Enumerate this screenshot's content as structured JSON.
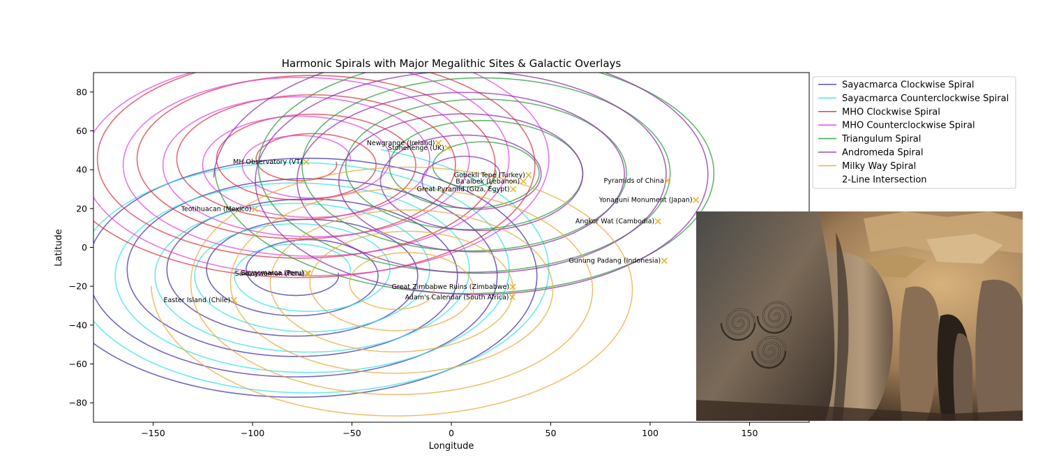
{
  "chart_data": {
    "type": "line",
    "title": "Harmonic Spirals with Major Megalithic Sites & Galactic Overlays",
    "xlabel": "Longitude",
    "ylabel": "Latitude",
    "xlim": [
      -180,
      180
    ],
    "ylim": [
      -90,
      90
    ],
    "xticks": [
      -150,
      -100,
      -50,
      0,
      50,
      100,
      150
    ],
    "yticks": [
      -80,
      -60,
      -40,
      -20,
      0,
      20,
      40,
      60,
      80
    ],
    "xtick_labels": [
      "−150",
      "−100",
      "−50",
      "0",
      "50",
      "100",
      "150"
    ],
    "ytick_labels": [
      "−80",
      "−60",
      "−40",
      "−20",
      "0",
      "20",
      "40",
      "60",
      "80"
    ],
    "legend_position": "outside-upper-right",
    "series": [
      {
        "name": "Sayacmarca Clockwise Spiral",
        "color": "#3b2ea8",
        "center": [
          -75,
          -13
        ],
        "direction": "cw",
        "start_radius": [
          18,
          9
        ],
        "ring_gap": [
          20,
          10.5
        ],
        "turns": 5.5
      },
      {
        "name": "Sayacmarca Counterclockwise Spiral",
        "color": "#33e0e6",
        "center": [
          -75,
          -13
        ],
        "direction": "ccw",
        "start_radius": [
          24,
          12
        ],
        "ring_gap": [
          20,
          10.5
        ],
        "turns": 5.2
      },
      {
        "name": "MHO Clockwise Spiral",
        "color": "#d9303f",
        "center": [
          -73,
          44
        ],
        "direction": "cw",
        "start_radius": [
          15,
          7
        ],
        "ring_gap": [
          20,
          10
        ],
        "turns": 5.5
      },
      {
        "name": "MHO Counterclockwise Spiral",
        "color": "#e040e0",
        "center": [
          -73,
          44
        ],
        "direction": "ccw",
        "start_radius": [
          22,
          11
        ],
        "ring_gap": [
          20,
          10
        ],
        "turns": 5.2
      },
      {
        "name": "Triangulum Spiral",
        "color": "#2b9a3a",
        "center": [
          12,
          40
        ],
        "direction": "cw",
        "start_radius": [
          10,
          6
        ],
        "ring_gap": [
          22,
          11
        ],
        "turns": 5.5
      },
      {
        "name": "Andromeda Spiral",
        "color": "#8e2aa8",
        "center": [
          10,
          36
        ],
        "direction": "ccw",
        "start_radius": [
          14,
          8
        ],
        "ring_gap": [
          21,
          11
        ],
        "turns": 5.5
      },
      {
        "name": "Milky Way Spiral",
        "color": "#e8a93a",
        "center": [
          -25,
          -20
        ],
        "direction": "cw",
        "start_radius": [
          16,
          9
        ],
        "ring_gap": [
          20,
          11
        ],
        "turns": 5.5
      }
    ],
    "legend_extra": "2-Line Intersection",
    "sites": [
      {
        "name": "Newgrange (Ireland)",
        "lon": -6.5,
        "lat": 53.7
      },
      {
        "name": "Stonehenge (UK)",
        "lon": -1.8,
        "lat": 51.2
      },
      {
        "name": "MH Observatory (VT)",
        "lon": -73.0,
        "lat": 44.0
      },
      {
        "name": "Gobekli Tepe (Turkey)",
        "lon": 38.9,
        "lat": 37.2
      },
      {
        "name": "Ba'albek (Lebanon)",
        "lon": 36.2,
        "lat": 34.0
      },
      {
        "name": "Great Pyramid (Giza, Egypt)",
        "lon": 31.1,
        "lat": 30.0
      },
      {
        "name": "Pyramids of China",
        "lon": 108.7,
        "lat": 34.4
      },
      {
        "name": "Yonaguni Monument (Japan)",
        "lon": 123.0,
        "lat": 24.4
      },
      {
        "name": "Teotihuacan (Mexico)",
        "lon": -98.8,
        "lat": 19.7
      },
      {
        "name": "Angkor Wat (Cambodia)",
        "lon": 103.9,
        "lat": 13.4
      },
      {
        "name": "Gunung Padang (Indonesia)",
        "lon": 107.1,
        "lat": -6.9
      },
      {
        "name": "Sayacmarca (Peru)",
        "lon": -72.5,
        "lat": -13.2
      },
      {
        "name": "Saksaywaman (Peru)",
        "lon": -72.0,
        "lat": -13.5
      },
      {
        "name": "Great Zimbabwe Ruins (Zimbabwe)",
        "lon": 30.9,
        "lat": -20.3
      },
      {
        "name": "Adam's Calendar (South Africa)",
        "lon": 30.7,
        "lat": -25.6
      },
      {
        "name": "Easter Island (Chile)",
        "lon": -109.4,
        "lat": -27.1
      }
    ]
  }
}
